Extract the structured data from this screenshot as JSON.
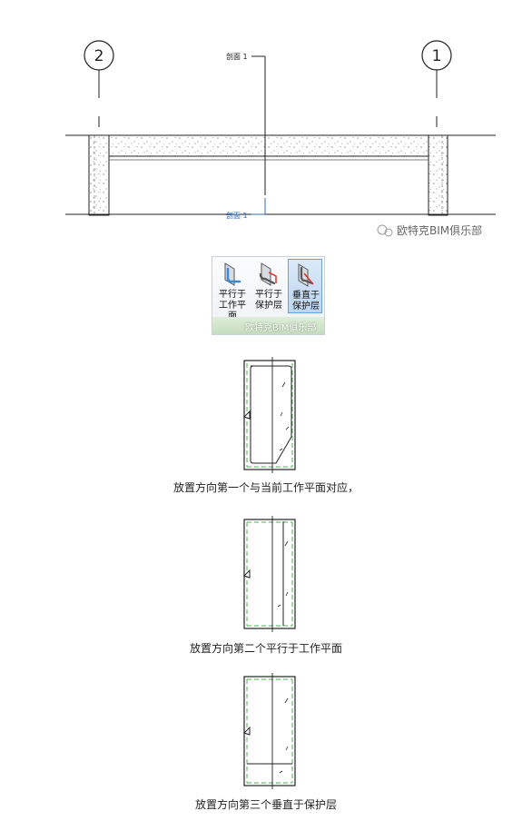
{
  "grid_markers": [
    {
      "label": "2"
    },
    {
      "label": "1"
    }
  ],
  "section_labels": {
    "top": "剖面 1",
    "bottom": "剖面 1"
  },
  "watermark": "欧特克BIM俱乐部",
  "ribbon": {
    "buttons": [
      {
        "line1": "平行于",
        "line2": "工作平面",
        "icon": "rebar-parallel-work-plane-icon",
        "active": false
      },
      {
        "line1": "平行于",
        "line2": "保护层",
        "icon": "rebar-parallel-cover-icon",
        "active": false
      },
      {
        "line1": "垂直于",
        "line2": "保护层",
        "icon": "rebar-perpendicular-cover-icon",
        "active": true
      }
    ],
    "watermark": "欧特克BIM俱乐部"
  },
  "captions": [
    "放置方向第一个与当前工作平面对应，",
    "放置方向第二个平行于工作平面",
    "放置方向第三个垂直于保护层"
  ],
  "colors": {
    "line": "#222222",
    "section_blue": "#2d6fb7",
    "rebar_green": "#4caf50",
    "active_button": "#bcd6f2",
    "ribbon_footer": "#c5dcbf"
  }
}
